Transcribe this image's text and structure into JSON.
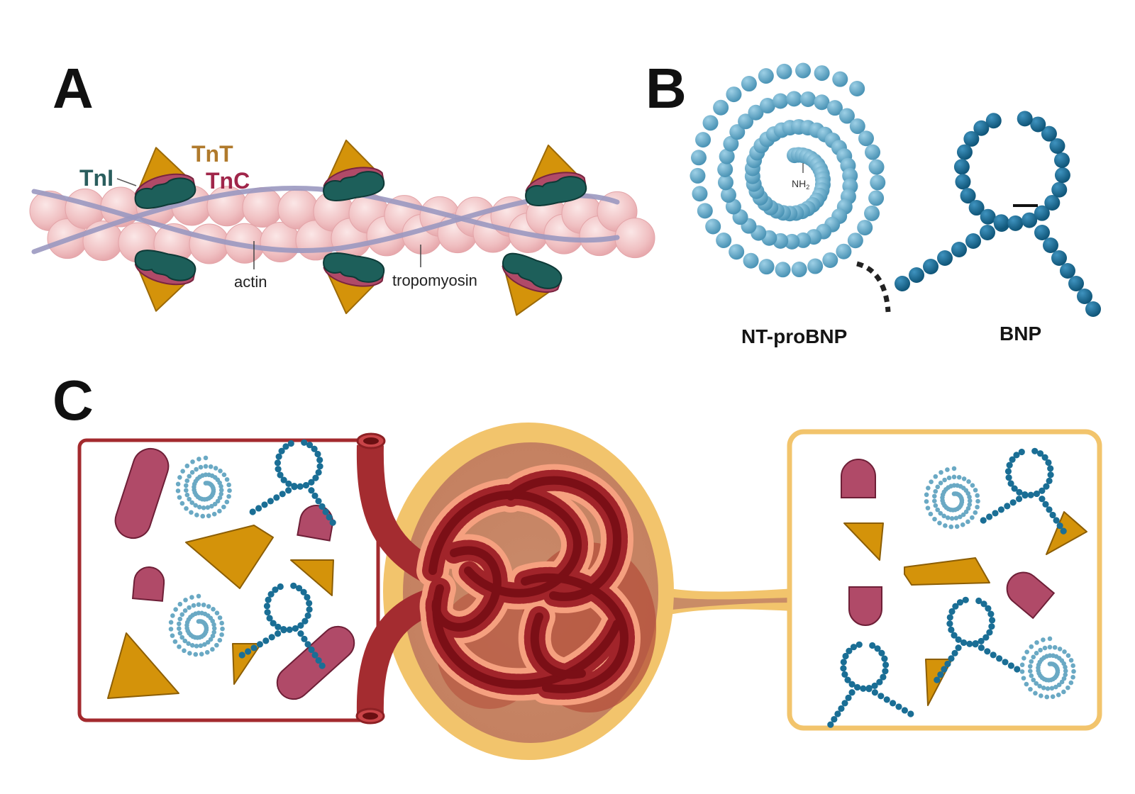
{
  "panels": {
    "a": {
      "letter": "A",
      "labels": {
        "tnt": "TnT",
        "tni": "TnI",
        "tnc": "TnC",
        "actin": "actin",
        "tropomyosin": "tropomyosin"
      }
    },
    "b": {
      "letter": "B",
      "labels": {
        "ntprobnp": "NT-proBNP",
        "bnp": "BNP",
        "nh2": "NH",
        "nh2_sub": "2"
      }
    },
    "c": {
      "letter": "C"
    }
  },
  "colors": {
    "actin_bead": "#f2c4c4",
    "tropomyosin": "#9a98c0",
    "tnt": "#d4930a",
    "tni": "#1d5f5a",
    "tnc": "#b04a68",
    "ntprobnp": "#5aa6c6",
    "bnp": "#1a6e95",
    "vessel": "#a42c30",
    "capsule": "#f2c46c",
    "blood_box_border": "#a32a2e",
    "urine_box_border": "#f2c46c"
  }
}
